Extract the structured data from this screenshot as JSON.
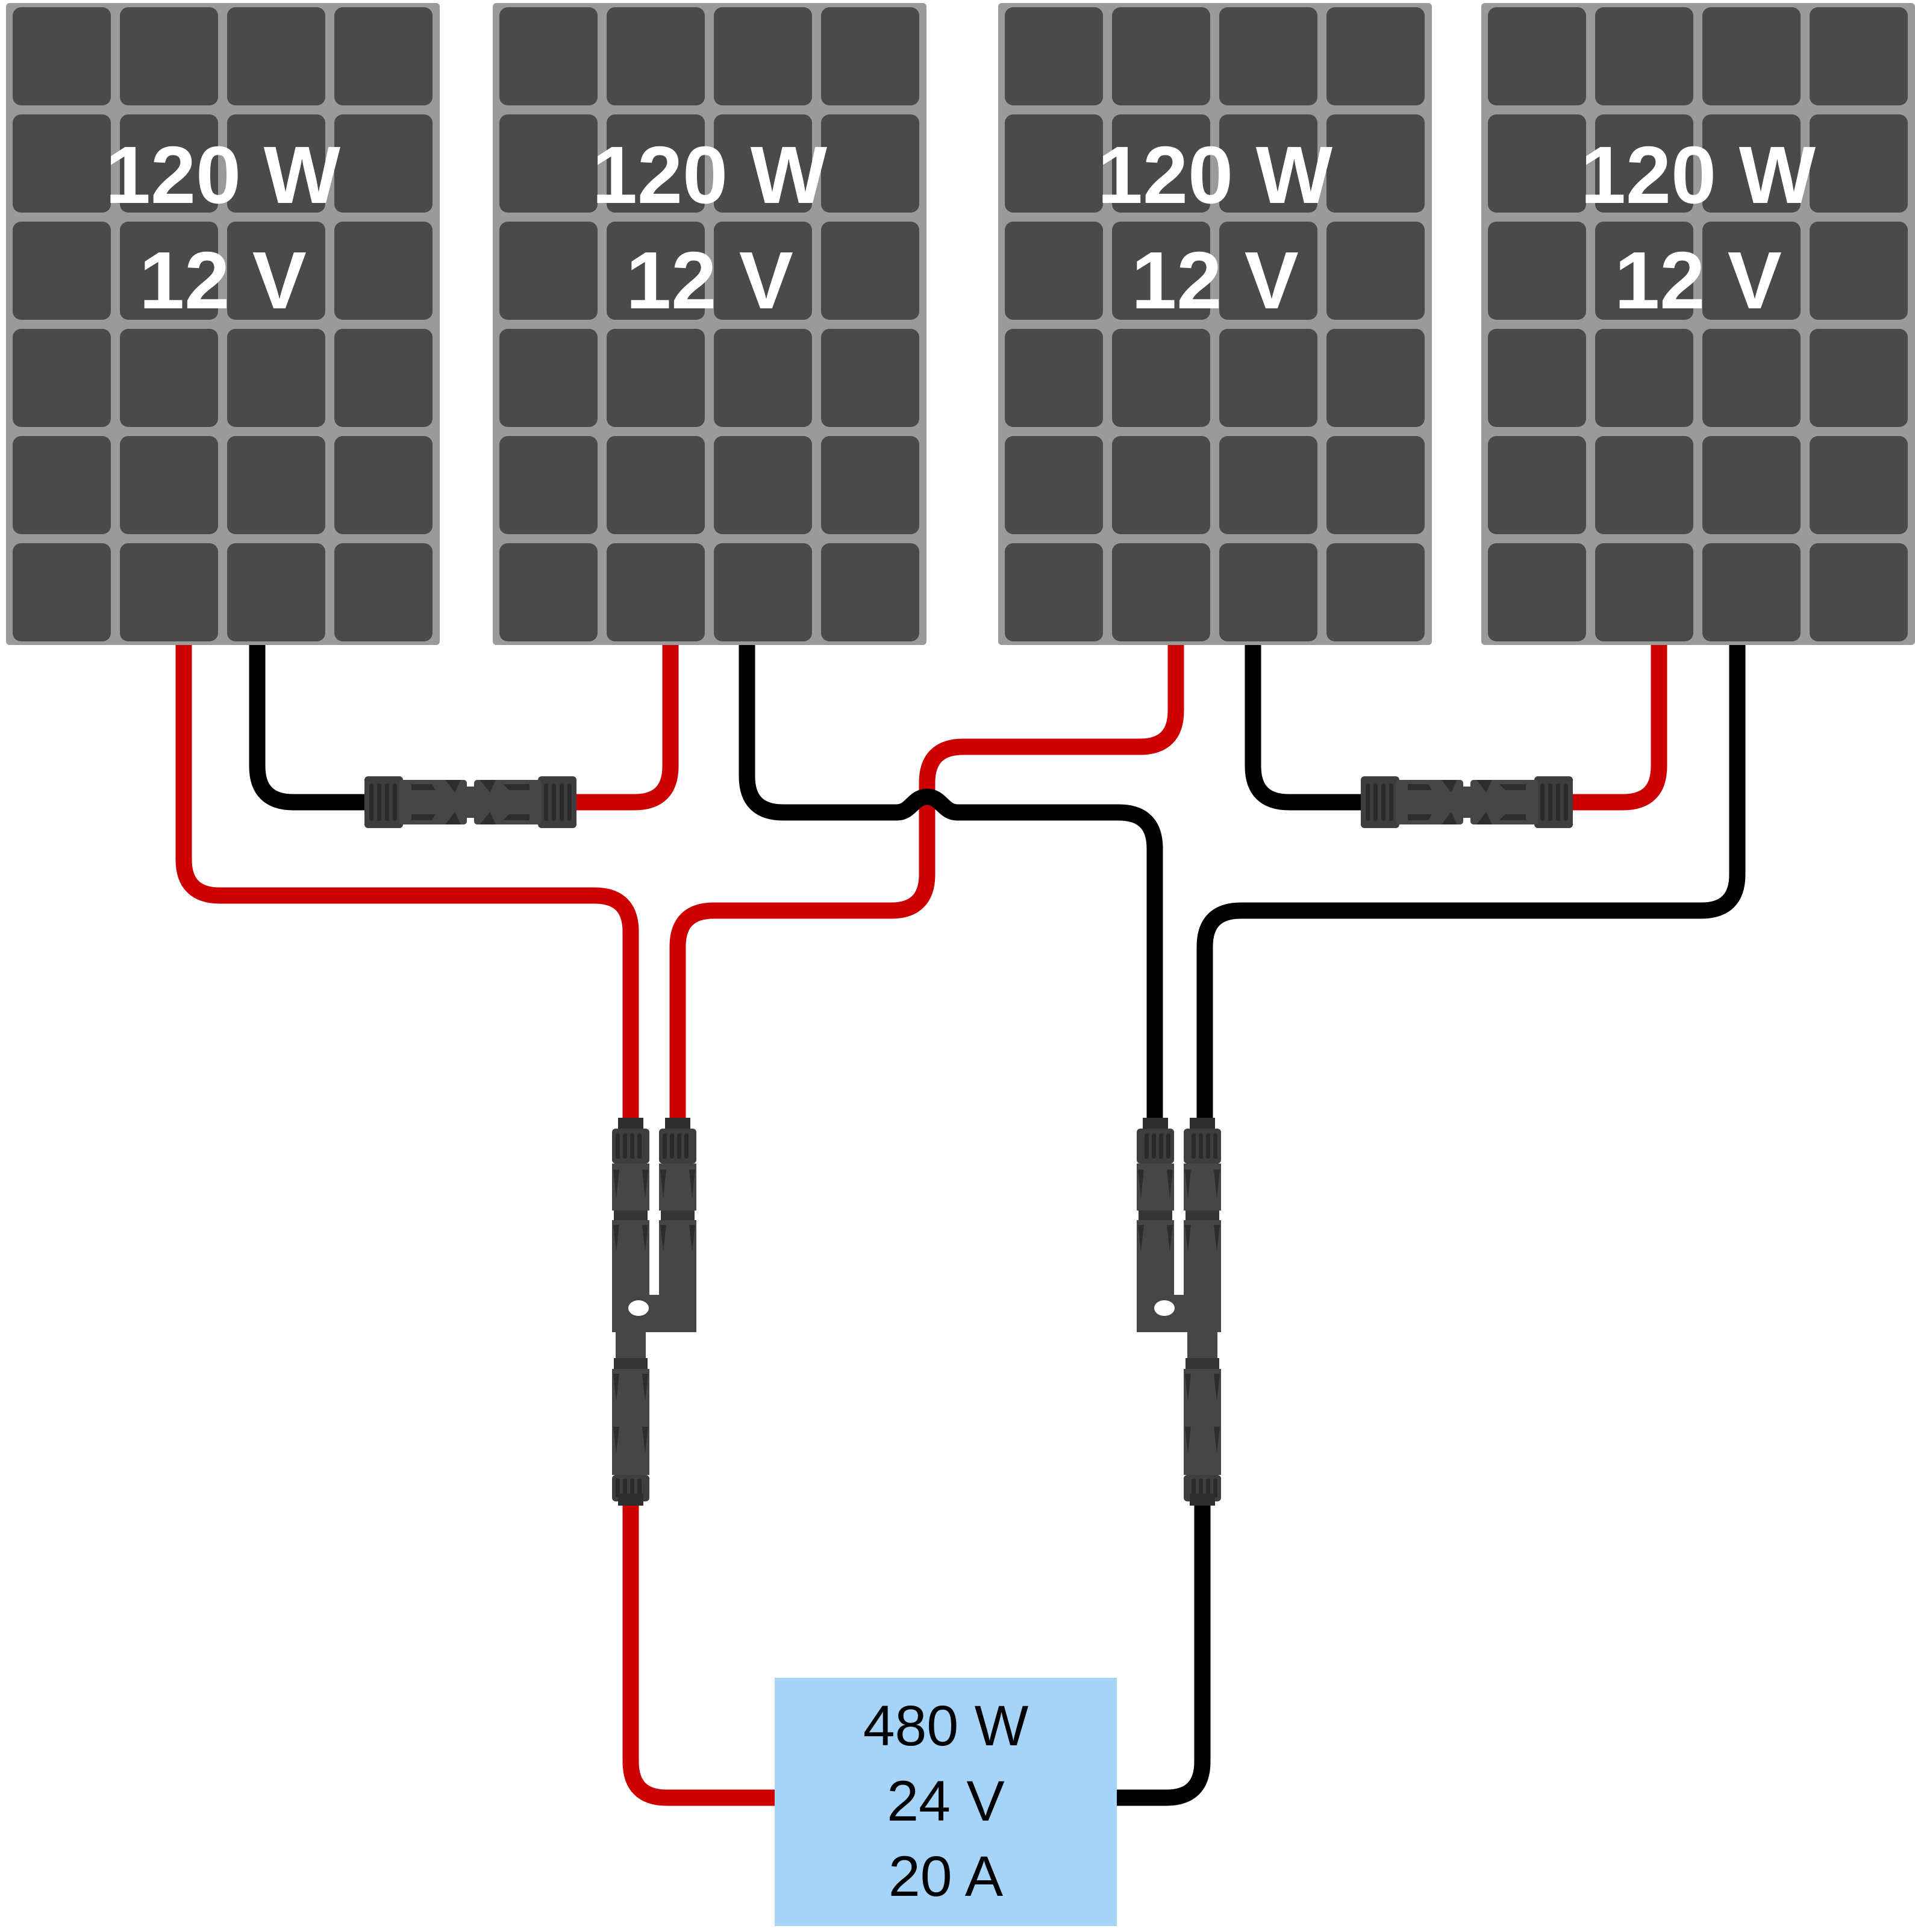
{
  "panels": [
    {
      "power": "120 W",
      "voltage": "12 V"
    },
    {
      "power": "120 W",
      "voltage": "12 V"
    },
    {
      "power": "120 W",
      "voltage": "12 V"
    },
    {
      "power": "120 W",
      "voltage": "12 V"
    }
  ],
  "controller": {
    "power": "480 W",
    "voltage": "24 V",
    "current": "20 A"
  },
  "colors": {
    "background": "#ffffff",
    "positive_wire": "#cc0000",
    "negative_wire": "#000000",
    "panel_frame": "#9a9a9a",
    "panel_cell": "#4a4a4a",
    "panel_label": "#ffffff",
    "connector_body": "#464646",
    "connector_nut": "#3e3e3e",
    "connector_dark": "#2d2d2d",
    "connector_rib": "#2a2a2a",
    "connector_ring": "#353535",
    "box_fill": "#a6d3f8",
    "box_label": "#000000"
  }
}
